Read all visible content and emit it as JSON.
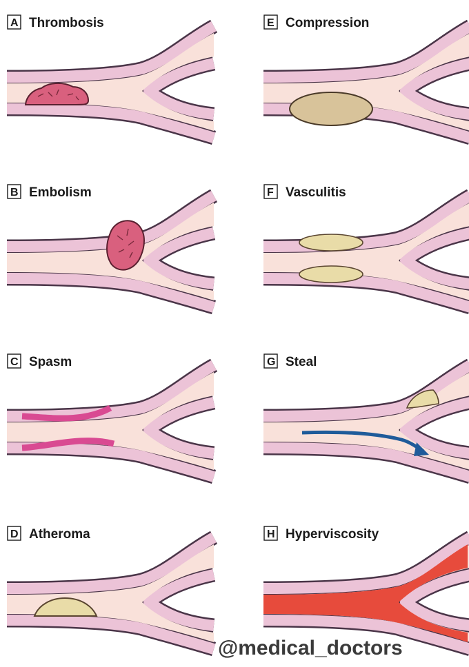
{
  "panels": [
    {
      "letter": "A",
      "title": "Thrombosis"
    },
    {
      "letter": "B",
      "title": "Embolism"
    },
    {
      "letter": "C",
      "title": "Spasm"
    },
    {
      "letter": "D",
      "title": "Atheroma"
    },
    {
      "letter": "E",
      "title": "Compression"
    },
    {
      "letter": "F",
      "title": "Vasculitis"
    },
    {
      "letter": "G",
      "title": "Steal"
    },
    {
      "letter": "H",
      "title": "Hyperviscosity"
    }
  ],
  "watermark": "@medical_doctors",
  "colors": {
    "vessel_wall": "#ecc3d7",
    "vessel_outline": "#4a3548",
    "lumen": "#f9e1da",
    "thrombus": "#d9607e",
    "atheroma": "#e9dca8",
    "compression_mass": "#d8c39a",
    "spasm_wall": "#d94a92",
    "steal_arrow": "#1f5b9a",
    "hyperviscous_blood": "#e74b3c"
  }
}
